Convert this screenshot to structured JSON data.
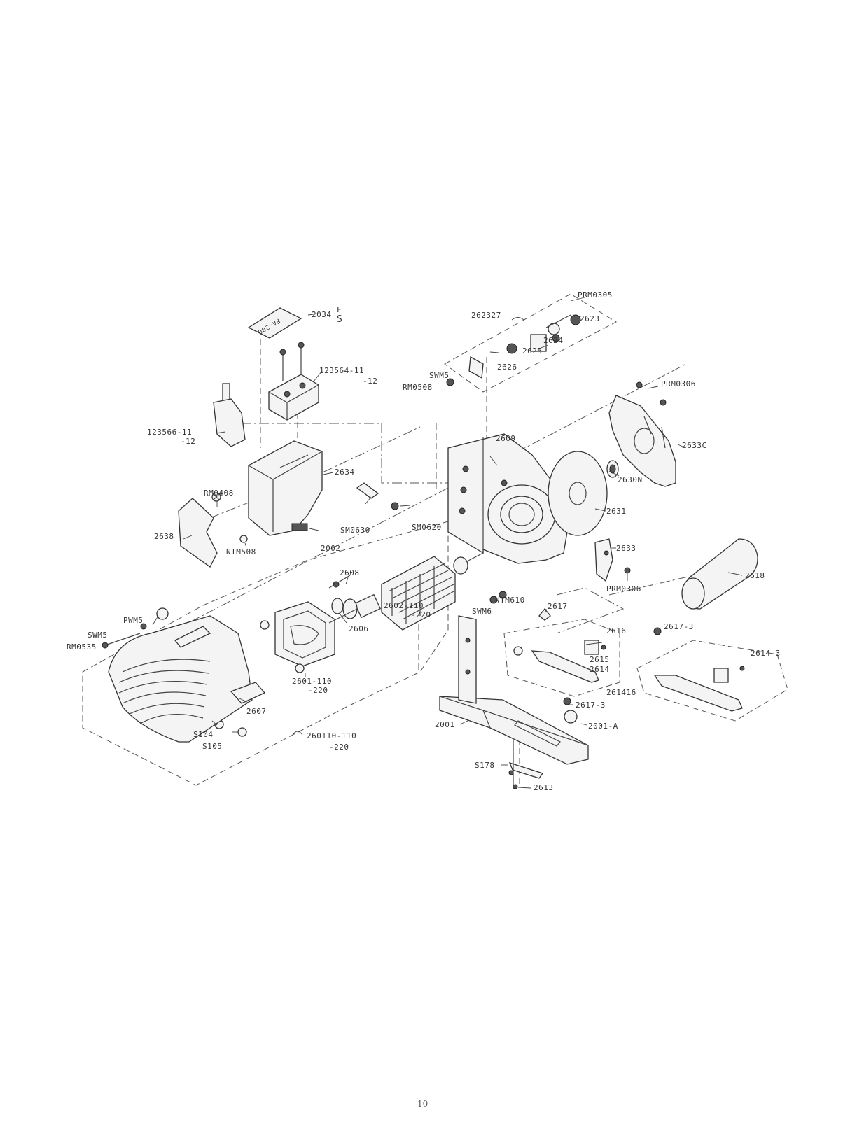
{
  "labels": {
    "l2034": "2034",
    "l2034f": "F",
    "l2034s": "S",
    "plate": "FA-200",
    "l123564a": "123564-11",
    "l123564b": "-12",
    "l123566a": "123566-11",
    "l123566b": "-12",
    "l2634": "2634",
    "rm0408": "RM0408",
    "l2638": "2638",
    "ntm508": "NTM508",
    "l2002": "2002",
    "sm0630": "SM0630",
    "sm0620": "SM0620",
    "l2608": "2608",
    "l2606": "2606",
    "l2602a": "2602-110",
    "l2602b": "-220",
    "pwm5": "PWM5",
    "swm5a": "SWM5",
    "rm0535": "RM0535",
    "l2601a": "2601-110",
    "l2601b": "-220",
    "l2607": "2607",
    "s104": "S104",
    "s105": "S105",
    "l260110a": "260110-110",
    "l260110b": "-220",
    "prm0305": "PRM0305",
    "l262327": "262327",
    "l2623": "2623",
    "l2624": "2624",
    "l2625": "2625",
    "l2626": "2626",
    "swm5b": "SWM5",
    "rm0508": "RM0508",
    "l2609": "2609",
    "prm0306a": "PRM0306",
    "l2633c": "2633C",
    "l2630n": "2630N",
    "l2631": "2631",
    "l2633": "2633",
    "prm0306b": "PRM0306",
    "l2618": "2618",
    "ntm610": "NTM610",
    "swm6": "SWM6",
    "l2617": "2617",
    "l2616": "2616",
    "l2615": "2615",
    "l2614": "2614",
    "l261416": "261416",
    "l2617_3a": "2617-3",
    "l2614_3": "2614-3",
    "l2617_3b": "2617-3",
    "l2001": "2001",
    "l2001a": "2001-A",
    "s178": "S178",
    "l2613": "2613"
  },
  "page_number": "10"
}
